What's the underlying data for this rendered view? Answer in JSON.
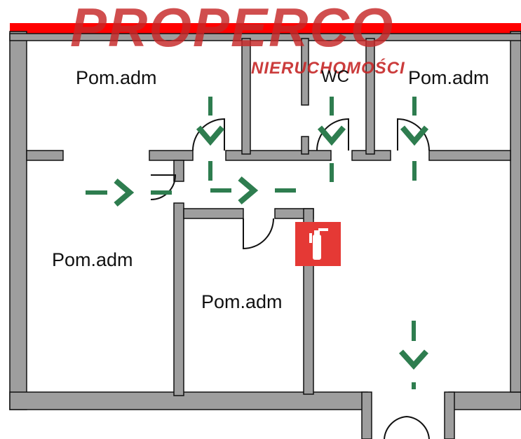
{
  "rooms": {
    "top_left": "Pom.adm",
    "top_right": "Pom.adm",
    "wc": "WC",
    "middle_left": "Pom.adm",
    "middle_center": "Pom.adm"
  },
  "watermark": {
    "brand": "PROPERCO",
    "subtitle": "NIERUCHOMOŚCI"
  },
  "colors": {
    "wall": "#9e9e9e",
    "wall_outline": "#111111",
    "arrow": "#2e7d4f",
    "extinguisher_bg": "#e53935",
    "brand_red": "#c62828",
    "top_band": "#ff0000"
  },
  "icons": [
    "evacuation-arrow-icon",
    "fire-extinguisher-icon",
    "door-swing-icon"
  ]
}
